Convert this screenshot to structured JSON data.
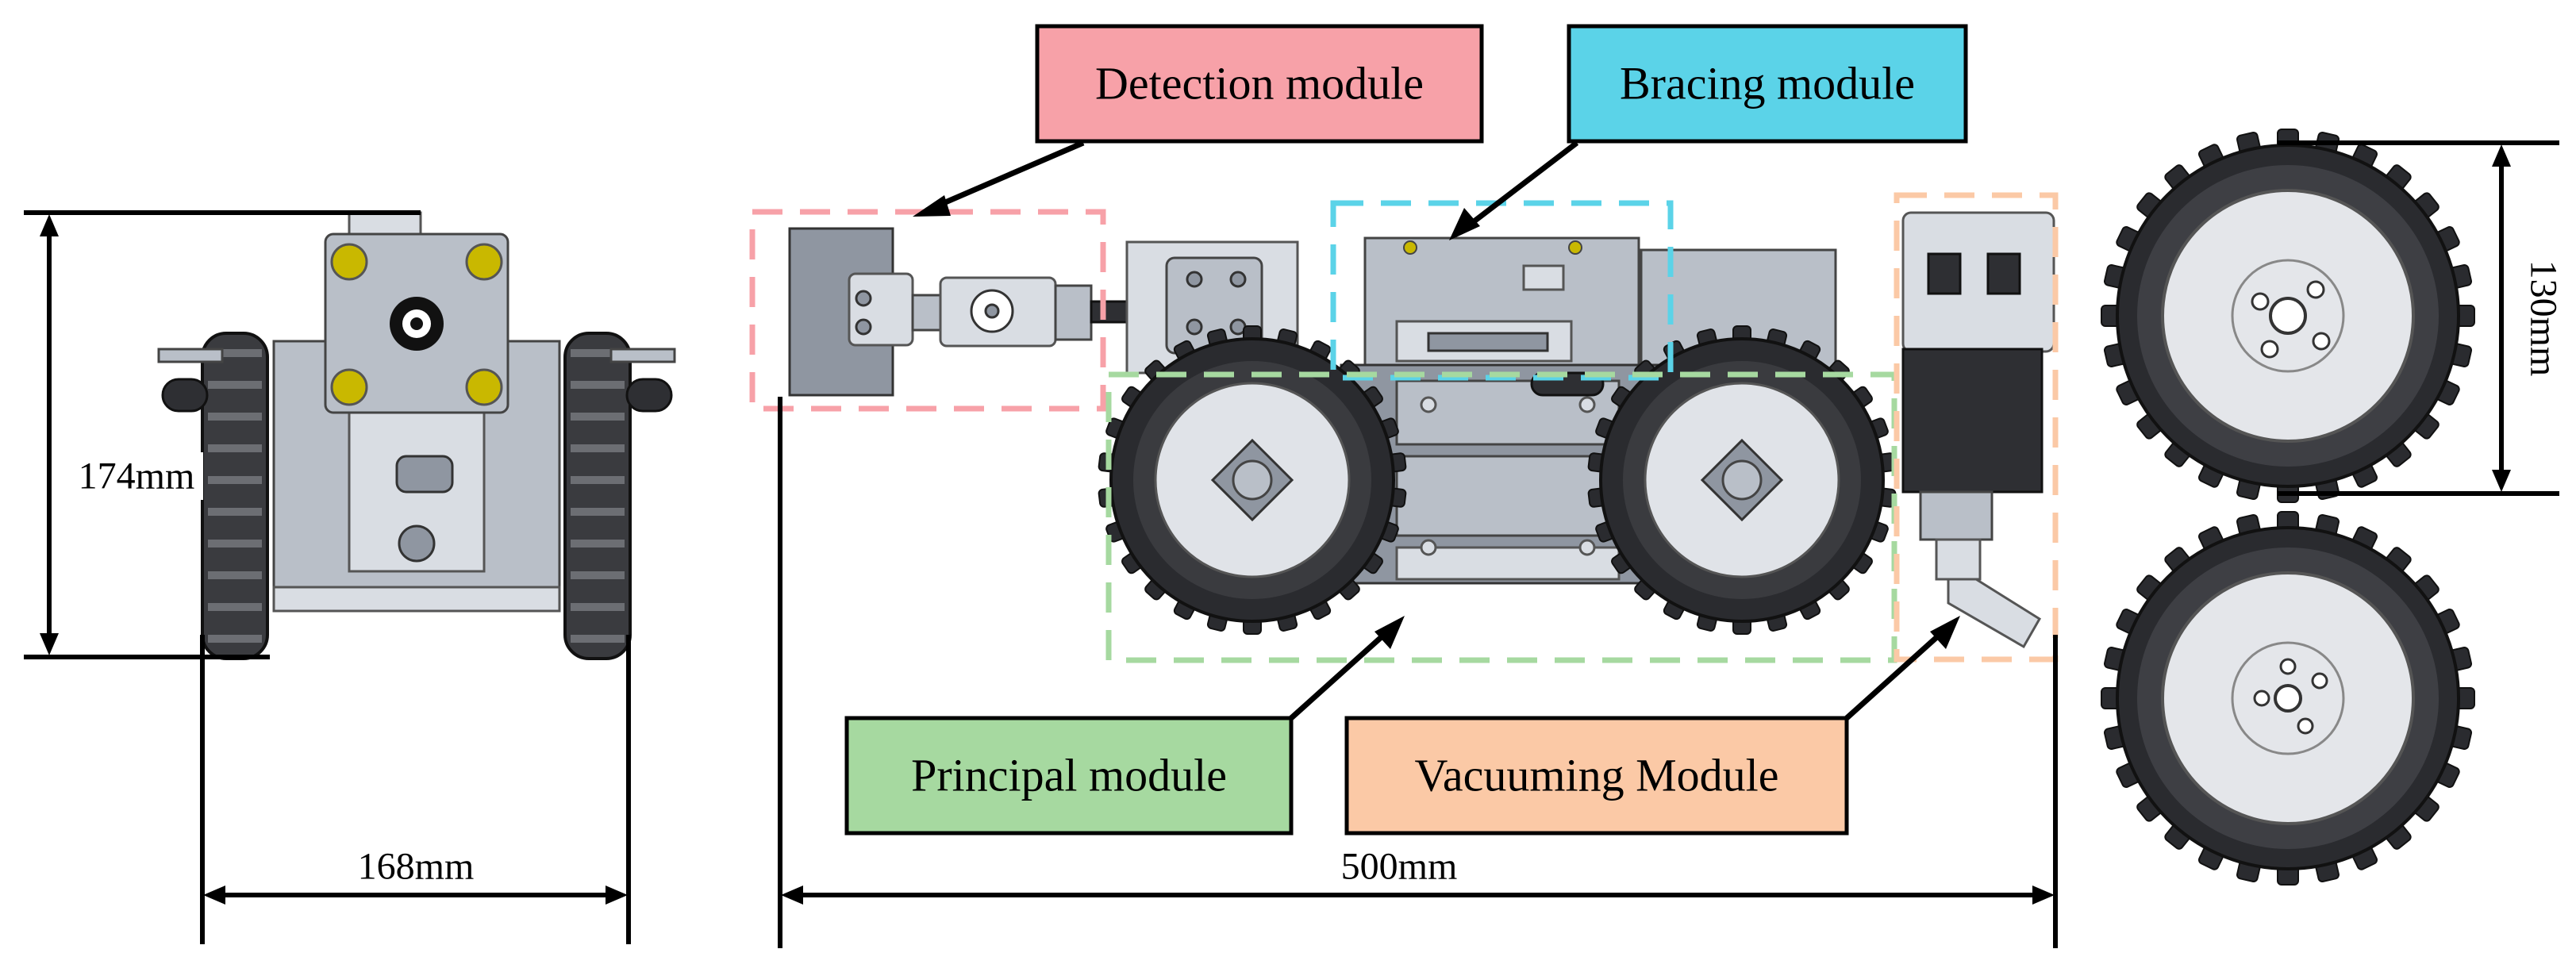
{
  "labels": {
    "detection": "Detection module",
    "bracing": "Bracing module",
    "principal": "Principal module",
    "vacuuming": "Vacuuming Module"
  },
  "dimensions": {
    "front_height": "174mm",
    "front_width": "168mm",
    "side_length": "500mm",
    "wheel_diameter": "130mm"
  },
  "colors": {
    "detection": "#f7a1a8",
    "bracing": "#5bd3e8",
    "principal": "#a6d9a0",
    "vacuuming": "#fbc9a6"
  }
}
